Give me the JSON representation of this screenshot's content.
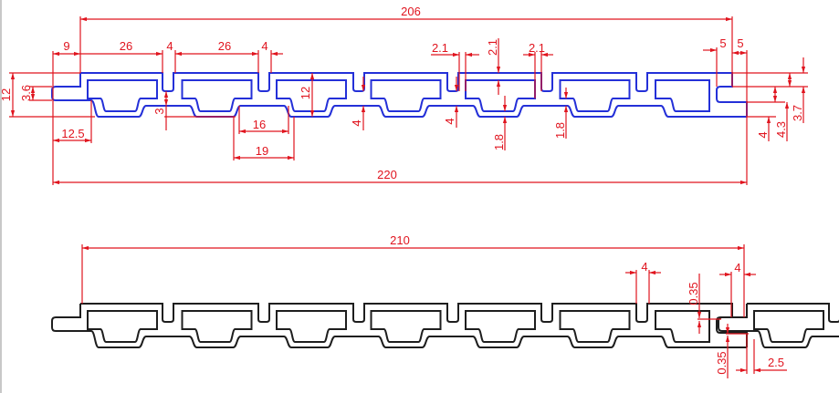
{
  "colors": {
    "dimension": "#e0141e",
    "profile_top": "#2430d8",
    "profile_bottom": "#1e1e1e"
  },
  "top_view": {
    "labels": [
      "206",
      "9",
      "26",
      "4",
      "26",
      "4",
      "2.1",
      "2.1",
      "2.1",
      "5",
      "5",
      "12",
      "3.6",
      "12",
      "3",
      "4",
      "4",
      "16",
      "19",
      "12.5",
      "1.8",
      "1.8",
      "4",
      "4.3",
      "3.7",
      "220"
    ]
  },
  "bottom_view": {
    "labels": [
      "210",
      "4",
      "0.35",
      "4",
      "0.35",
      "2.5"
    ]
  }
}
